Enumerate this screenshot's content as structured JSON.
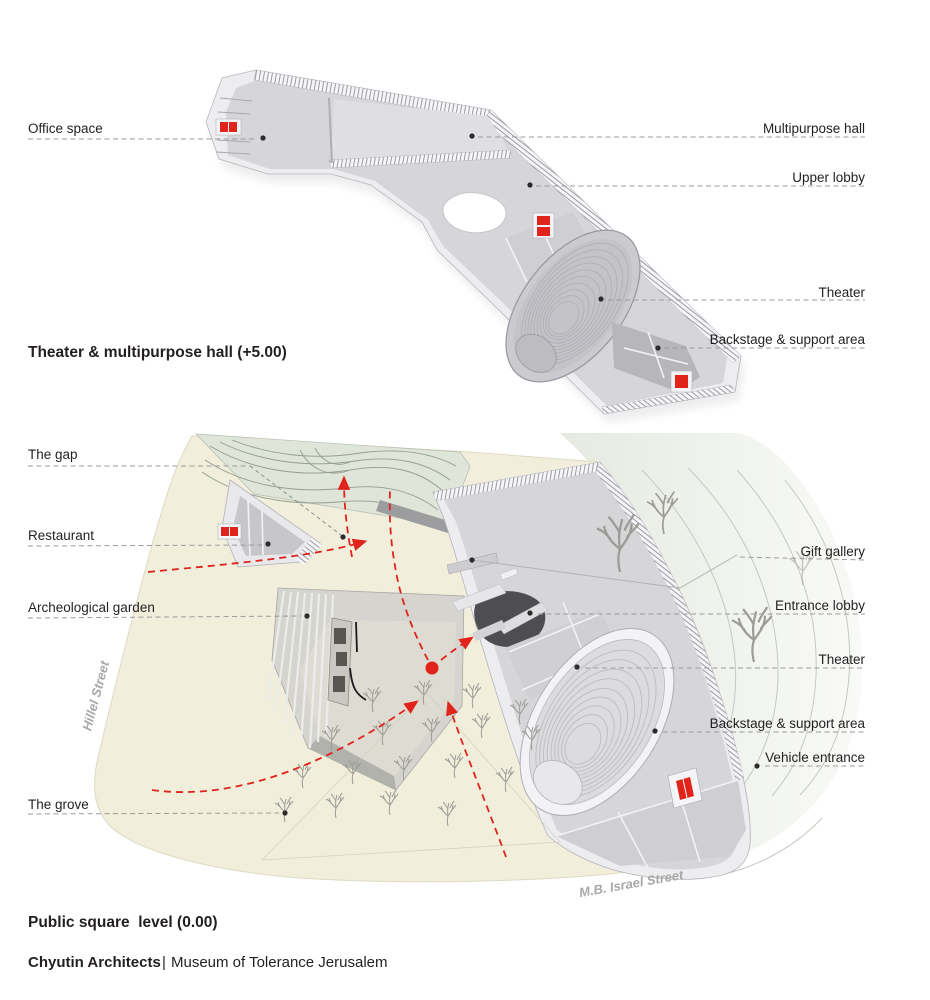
{
  "top": {
    "title": "Theater & multipurpose hall (+5.00)",
    "office": "Office space",
    "hall": "Multipurpose hall",
    "lobby": "Upper lobby",
    "theater": "Theater",
    "backstage": "Backstage & support area"
  },
  "bottom": {
    "title": "Public square  level (0.00)",
    "gap": "The gap",
    "restaurant": "Restaurant",
    "garden": "Archeological garden",
    "grove": "The grove",
    "gift": "Gift gallery",
    "entrance": "Entrance lobby",
    "theater": "Theater",
    "backstage": "Backstage & support area",
    "vehicle": "Vehicle entrance",
    "street_left": "Hillel Street",
    "street_bottom": "M.B. Israel Street"
  },
  "footer": {
    "firm": "Chyutin Architects",
    "sep": "|",
    "project": "Museum of Tolerance Jerusalem"
  },
  "colors": {
    "accent_red": "#e0241c",
    "site_cream": "#f1eedc",
    "slope_green": "#e7ebe2",
    "gap_green": "#dfe5d8",
    "building_floor": "#d6d6d9",
    "building_wall": "#ededf0",
    "label_text": "#231f20",
    "leader_gray": "#9b9b9b",
    "street_gray": "#a8a8a8",
    "footer_gray": "#adadad"
  }
}
